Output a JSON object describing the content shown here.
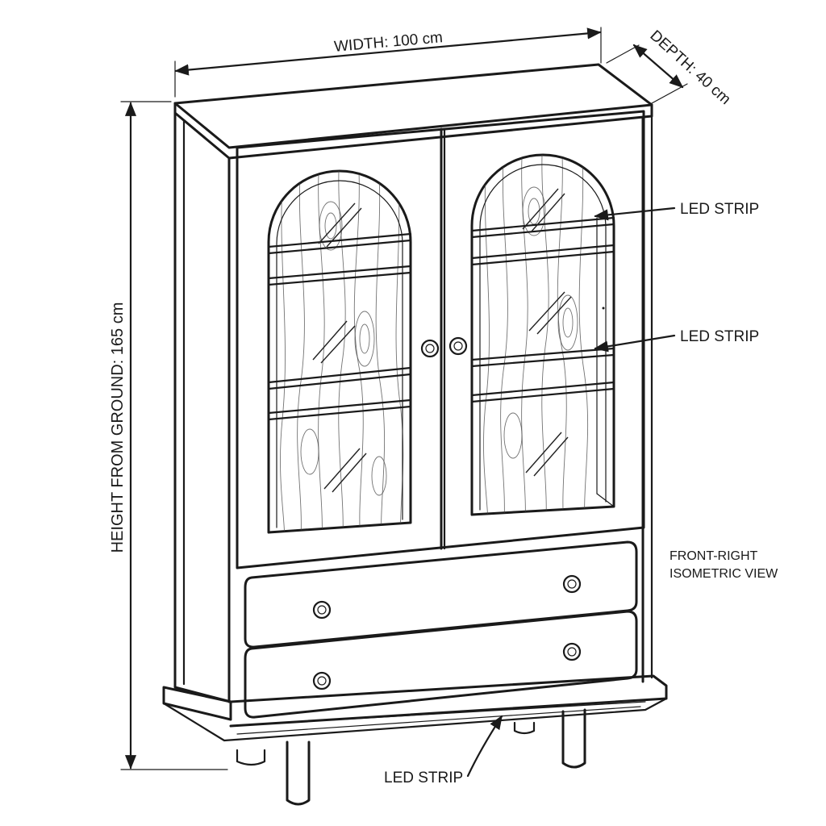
{
  "dimensions": {
    "width": "WIDTH: 100 cm",
    "depth": "DEPTH: 40 cm",
    "height": "HEIGHT FROM GROUND: 165 cm"
  },
  "callouts": {
    "led_upper": "LED STRIP",
    "led_middle": "LED STRIP",
    "led_base": "LED STRIP"
  },
  "view": {
    "line1": "FRONT-RIGHT",
    "line2": "ISOMETRIC VIEW"
  }
}
